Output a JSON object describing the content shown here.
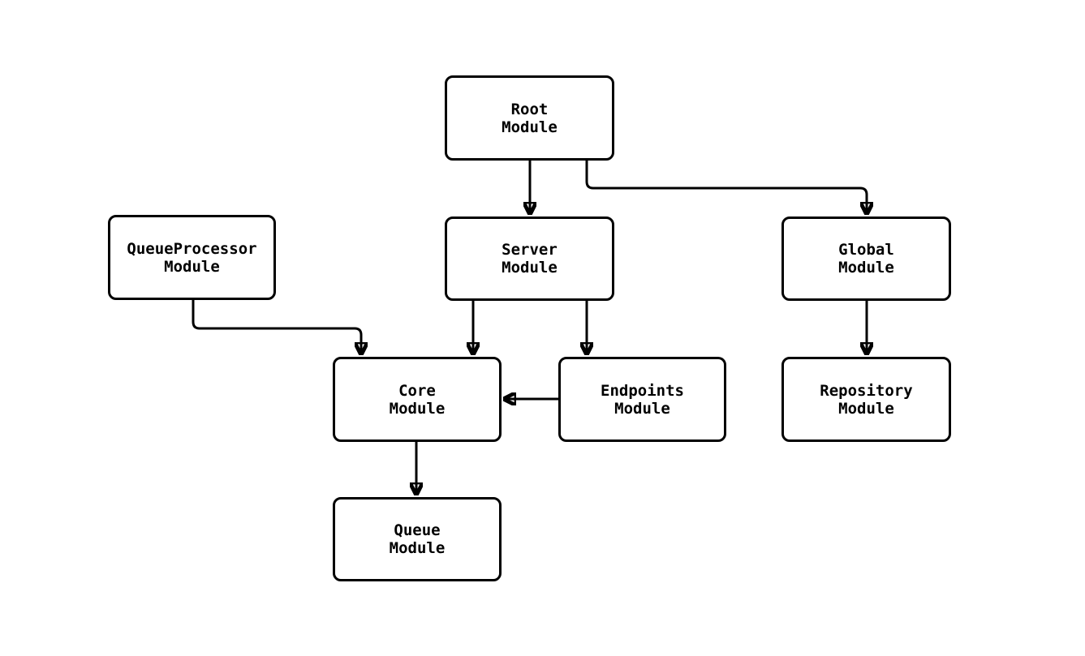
{
  "diagram": {
    "kind": "module-dependency-flowchart",
    "colors": {
      "background": "#ffffff",
      "stroke": "#000000",
      "box_fill": "#ffffff",
      "text": "#000000"
    },
    "nodes": [
      {
        "id": "root",
        "line1": "Root",
        "line2": "Module"
      },
      {
        "id": "queueprocessor",
        "line1": "QueueProcessor",
        "line2": "Module"
      },
      {
        "id": "server",
        "line1": "Server",
        "line2": "Module"
      },
      {
        "id": "global",
        "line1": "Global",
        "line2": "Module"
      },
      {
        "id": "core",
        "line1": "Core",
        "line2": "Module"
      },
      {
        "id": "endpoints",
        "line1": "Endpoints",
        "line2": "Module"
      },
      {
        "id": "repository",
        "line1": "Repository",
        "line2": "Module"
      },
      {
        "id": "queue",
        "line1": "Queue",
        "line2": "Module"
      }
    ],
    "edges": [
      {
        "from": "root",
        "to": "server"
      },
      {
        "from": "root",
        "to": "global"
      },
      {
        "from": "queueprocessor",
        "to": "core"
      },
      {
        "from": "server",
        "to": "core"
      },
      {
        "from": "server",
        "to": "endpoints"
      },
      {
        "from": "endpoints",
        "to": "core"
      },
      {
        "from": "global",
        "to": "repository"
      },
      {
        "from": "core",
        "to": "queue"
      }
    ]
  }
}
